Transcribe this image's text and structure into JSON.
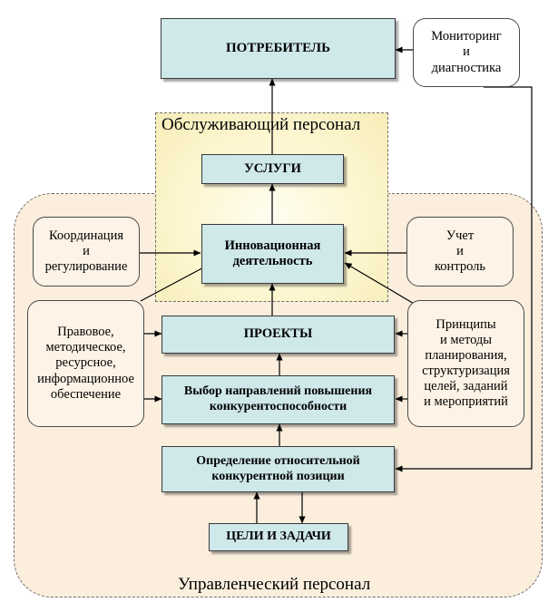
{
  "regions": {
    "service_staff": "Обслуживающий персонал",
    "management_staff": "Управленческий персонал"
  },
  "blocks": {
    "consumer": "ПОТРЕБИТЕЛЬ",
    "monitoring": "Мониторинг\nи\nдиагностика",
    "services": "УСЛУГИ",
    "innovation": "Инновационная\nдеятельность",
    "coordination": "Координация\nи\nрегулирование",
    "accounting": "Учет\nи\nконтроль",
    "provision": "Правовое,\nметодическое,\nресурсное,\nинформационное\nобеспечение",
    "projects": "ПРОЕКТЫ",
    "principles": "Принципы\nи методы\nпланирования,\nструктуризация\nцелей, заданий\nи мероприятий",
    "directions": "Выбор направлений повышения\nконкурентоспособности",
    "position": "Определение относительной\nконкурентной позиции",
    "goals": "ЦЕЛИ И ЗАДАЧИ"
  }
}
